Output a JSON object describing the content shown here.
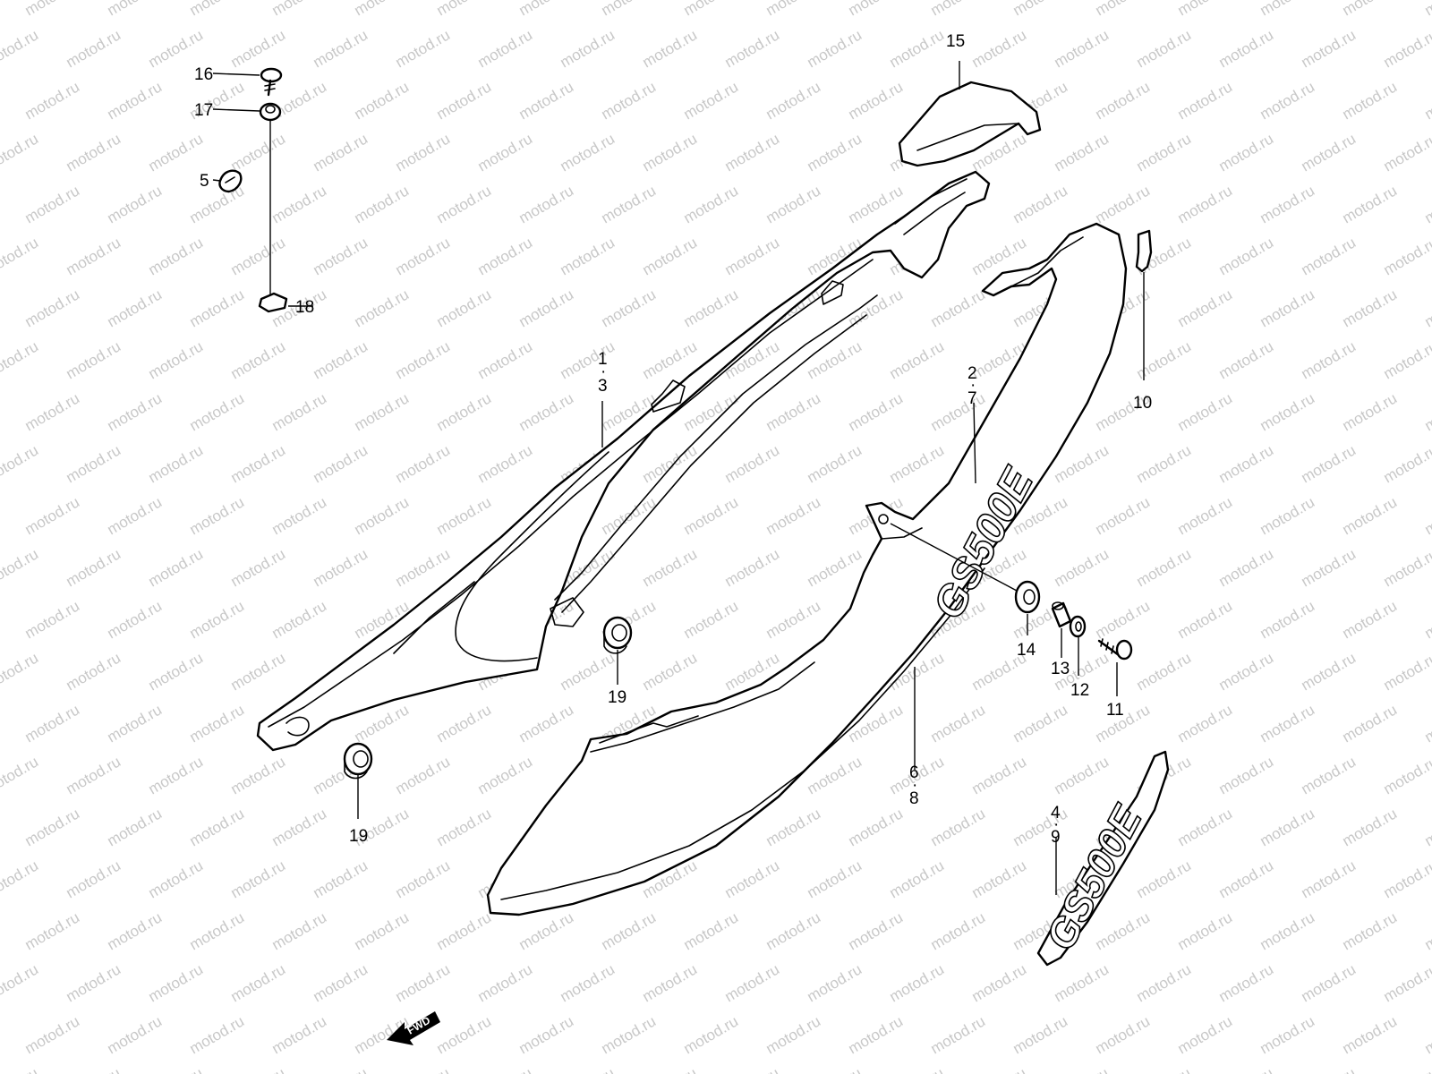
{
  "watermark": {
    "text": "motod.ru",
    "color": "#c8c8c8"
  },
  "callouts": {
    "c1": "1",
    "c3": "3",
    "c2": "2",
    "c7": "7",
    "c4": "4",
    "c9": "9",
    "c5": "5",
    "c6": "6",
    "c8": "8",
    "c10": "10",
    "c11": "11",
    "c12": "12",
    "c13": "13",
    "c14": "14",
    "c15": "15",
    "c16": "16",
    "c17": "17",
    "c18": "18",
    "c19a": "19",
    "c19b": "19"
  },
  "decals": {
    "emblem_text": "GS500E",
    "cover_text": "GS500E"
  },
  "direction_marker": {
    "label": "FWD",
    "icon": "fwd-arrow-icon"
  }
}
